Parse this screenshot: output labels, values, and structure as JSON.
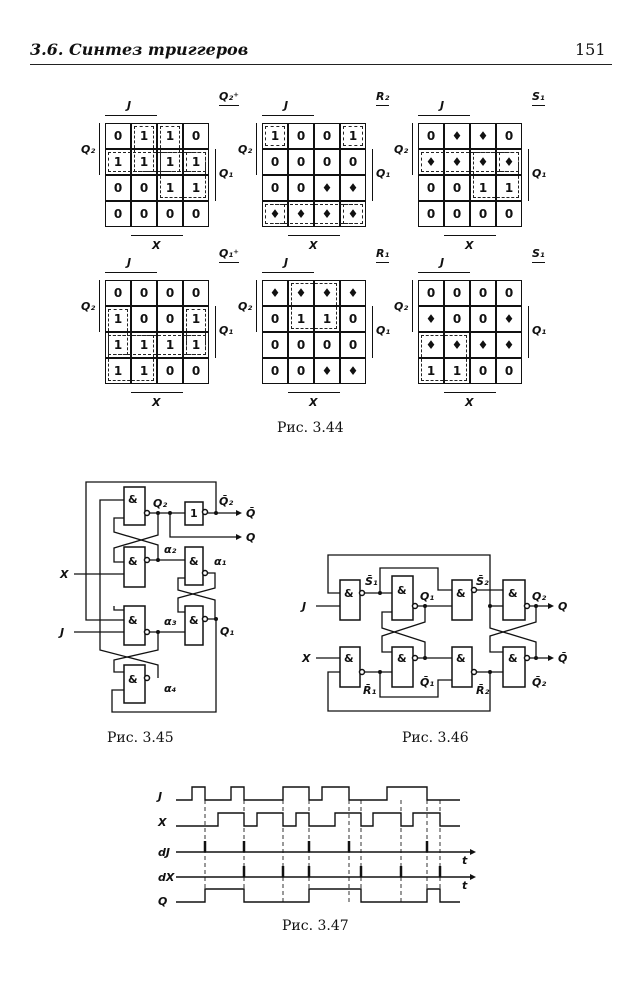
{
  "header": {
    "section_title": "3.6. Синтез триггеров",
    "page_number": "151"
  },
  "kmaps": [
    {
      "title": "Q₂⁺",
      "top_label": "J",
      "left_label": "Q₂",
      "right_label": "Q₁",
      "bottom_label": "X",
      "cells": [
        [
          "0",
          "1",
          "1",
          "0"
        ],
        [
          "1",
          "1",
          "1",
          "1"
        ],
        [
          "0",
          "0",
          "1",
          "1"
        ],
        [
          "0",
          "0",
          "0",
          "0"
        ]
      ]
    },
    {
      "title": "R₂",
      "top_label": "J",
      "left_label": "Q₂",
      "right_label": "Q₁",
      "bottom_label": "X",
      "cells": [
        [
          "1",
          "0",
          "0",
          "1"
        ],
        [
          "0",
          "0",
          "0",
          "0"
        ],
        [
          "0",
          "0",
          "♦",
          "♦"
        ],
        [
          "♦",
          "♦",
          "♦",
          "♦"
        ]
      ]
    },
    {
      "title": "S₁",
      "top_label": "J",
      "left_label": "Q₂",
      "right_label": "Q₁",
      "bottom_label": "X",
      "cells": [
        [
          "0",
          "♦",
          "♦",
          "0"
        ],
        [
          "♦",
          "♦",
          "♦",
          "♦"
        ],
        [
          "0",
          "0",
          "1",
          "1"
        ],
        [
          "0",
          "0",
          "0",
          "0"
        ]
      ]
    },
    {
      "title": "Q₁⁺",
      "top_label": "J",
      "left_label": "Q₂",
      "right_label": "Q₁",
      "bottom_label": "X",
      "cells": [
        [
          "0",
          "0",
          "0",
          "0"
        ],
        [
          "1",
          "0",
          "0",
          "1"
        ],
        [
          "1",
          "1",
          "1",
          "1"
        ],
        [
          "1",
          "1",
          "0",
          "0"
        ]
      ]
    },
    {
      "title": "R₁",
      "top_label": "J",
      "left_label": "Q₂",
      "right_label": "Q₁",
      "bottom_label": "X",
      "cells": [
        [
          "♦",
          "♦",
          "♦",
          "♦"
        ],
        [
          "0",
          "1",
          "1",
          "0"
        ],
        [
          "0",
          "0",
          "0",
          "0"
        ],
        [
          "0",
          "0",
          "♦",
          "♦"
        ]
      ]
    },
    {
      "title": "S₁",
      "top_label": "J",
      "left_label": "Q₂",
      "right_label": "Q₁",
      "bottom_label": "X",
      "cells": [
        [
          "0",
          "0",
          "0",
          "0"
        ],
        [
          "♦",
          "0",
          "0",
          "♦"
        ],
        [
          "♦",
          "♦",
          "♦",
          "♦"
        ],
        [
          "1",
          "1",
          "0",
          "0"
        ]
      ]
    }
  ],
  "figures": {
    "fig344_caption": "Рис. 3.44",
    "fig345": {
      "caption": "Рис. 3.45",
      "and_symbol": "&",
      "not_symbol": "1",
      "labels": {
        "q2": "Q₂",
        "q2bar": "Q̄₂",
        "qbar_out": "Q̄",
        "q_out": "Q",
        "a1": "α₁",
        "a2": "α₂",
        "a3": "α₃",
        "a4": "α₄",
        "x_in": "X",
        "j_in": "J",
        "q1": "Q₁"
      }
    },
    "fig346": {
      "caption": "Рис. 3.46",
      "and_symbol": "&",
      "labels": {
        "s1bar": "S̄₁",
        "s2bar": "S̄₂",
        "r1bar": "R̄₁",
        "r2bar": "R̄₂",
        "q1": "Q₁",
        "q1bar": "Q̄₁",
        "q2": "Q₂",
        "q2bar": "Q̄₂",
        "q_out": "Q",
        "qbar_out": "Q̄",
        "j_in": "J",
        "x_in": "X"
      }
    },
    "fig347": {
      "caption": "Рис. 3.47",
      "signals": [
        "J",
        "X",
        "dJ",
        "dX",
        "Q"
      ],
      "time_label": "t"
    }
  }
}
